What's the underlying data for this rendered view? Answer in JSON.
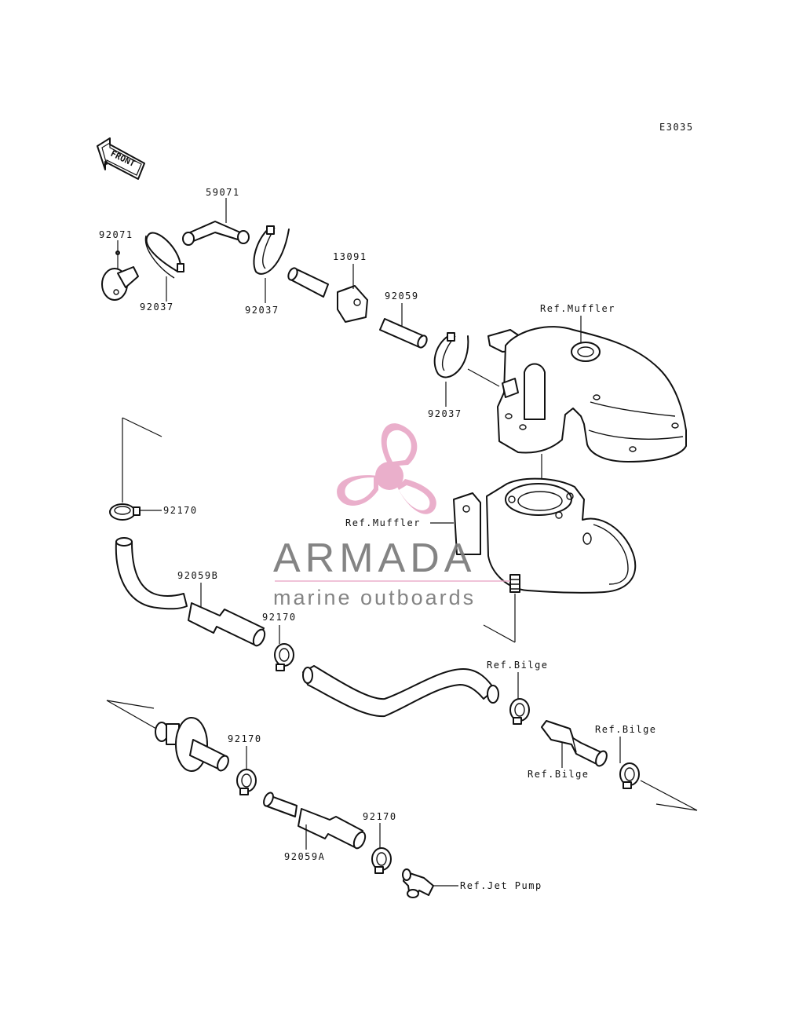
{
  "diagram_code": "E3035",
  "front_arrow_label": "FRONT",
  "labels": {
    "l_92071": "92071",
    "l_92037_a": "92037",
    "l_59071": "59071",
    "l_92037_b": "92037",
    "l_13091": "13091",
    "l_92059": "92059",
    "l_92037_c": "92037",
    "l_ref_muffler_top": "Ref.Muffler",
    "l_ref_muffler_mid": "Ref.Muffler",
    "l_92170_a": "92170",
    "l_92059b": "92059B",
    "l_92170_b": "92170",
    "l_ref_bilge_a": "Ref.Bilge",
    "l_ref_bilge_b": "Ref.Bilge",
    "l_ref_bilge_c": "Ref.Bilge",
    "l_92170_c": "92170",
    "l_92059a": "92059A",
    "l_92170_d": "92170",
    "l_ref_jet_pump": "Ref.Jet Pump"
  },
  "watermark": {
    "brand": "ARMADA",
    "tagline": "marine outboards",
    "color_pink": "#e9a9c7",
    "color_grey": "#7a7a7a"
  }
}
